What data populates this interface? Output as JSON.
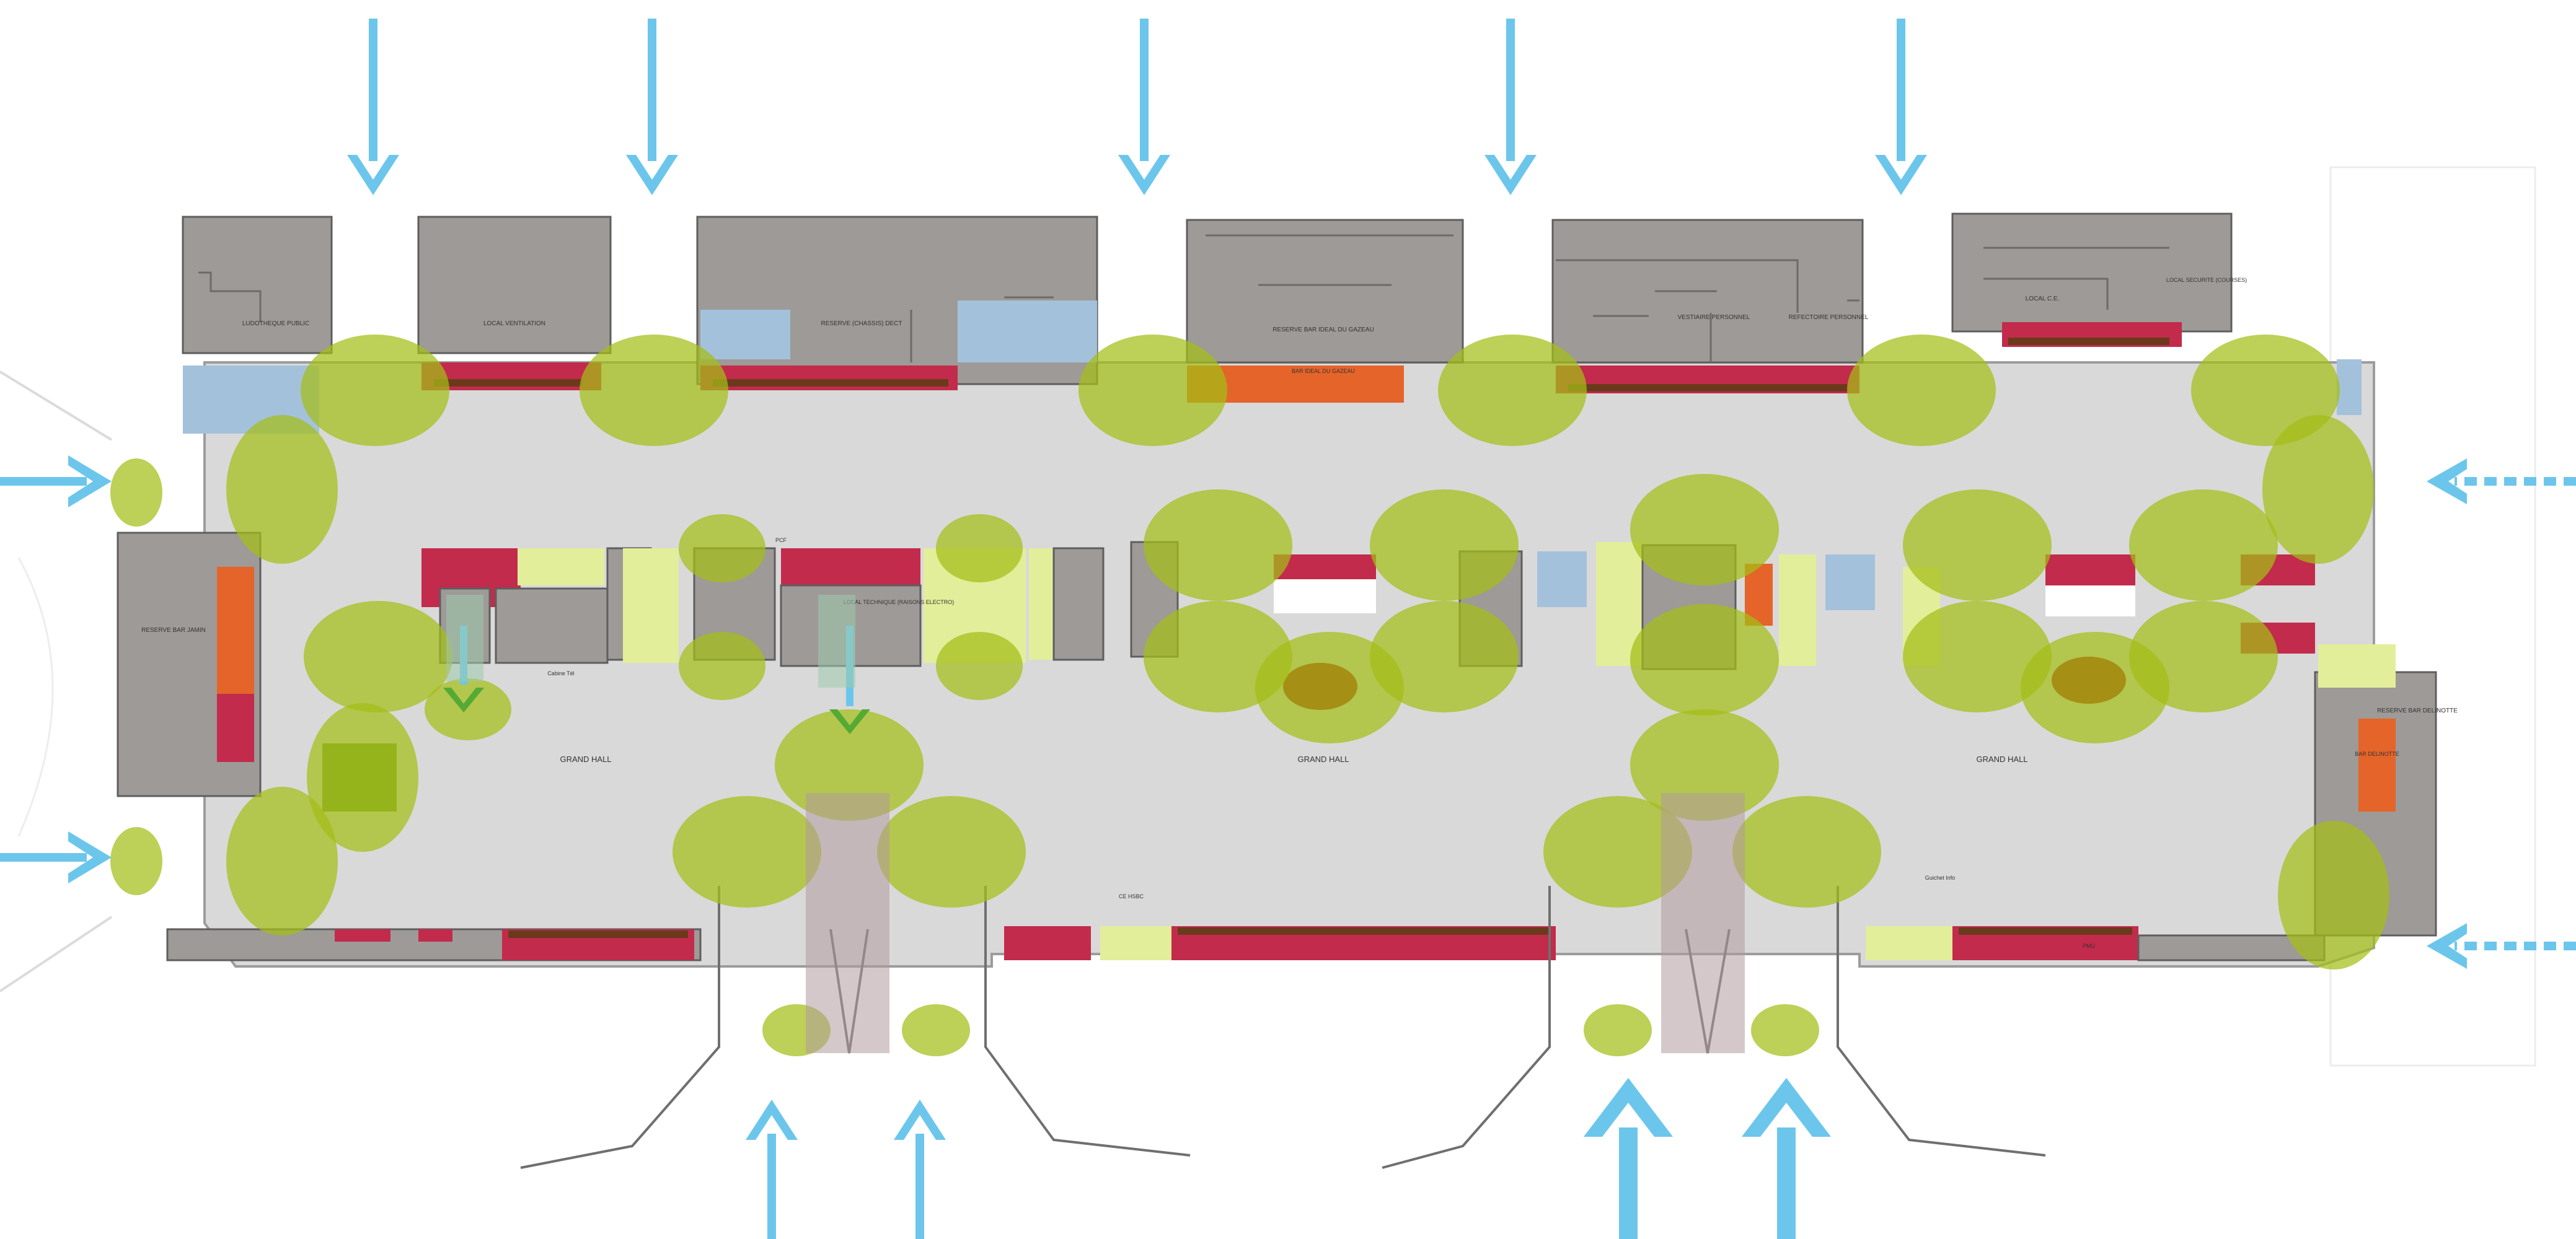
{
  "labels": {
    "ludotheque": "LUDOTHEQUE PUBLIC",
    "local_ventilation": "LOCAL VENTILATION",
    "reserve_chassis": "RESERVE (CHASSIS) DECT",
    "reserve_bar": "RESERVE BAR IDEAL DU GAZEAU",
    "bar_ideal": "BAR IDEAL DU GAZEAU",
    "vestiaire": "VESTIAIRE PERSONNEL",
    "refectoire": "REFECTOIRE PERSONNEL",
    "local_ce": "LOCAL C.E.",
    "local_securite": "LOCAL SECURITE (COURSES)",
    "reserve_left": "RESERVE BAR JAMIN",
    "reserve_right": "RESERVE BAR DELINOTTE",
    "bar_right": "BAR DELINOTTE",
    "local_technique": "LOCAL TECHNIQUE (RAISONS ELECTRO)",
    "pcf": "PCF",
    "grand_hall_1": "GRAND HALL",
    "grand_hall_2": "GRAND HALL",
    "grand_hall_3": "GRAND HALL",
    "guichet": "Guichet Info",
    "cabine": "Cabine Tél",
    "pmu": "PMU",
    "ce_hsbc": "CE HSBC"
  },
  "colors": {
    "building": "#9e9a97",
    "floor": "#d9d9d9",
    "pmu_counter": "#c22b4b",
    "bar": "#e4642a",
    "service_room": "#a4c1dc",
    "circulation": "#e3ee9a",
    "crowd_zone": "#a3be16",
    "flow_arrow": "#6cc6ec"
  },
  "legend_semantics": {
    "arrows": "pedestrian-flow",
    "green_ellipses": "crowd-zones"
  }
}
